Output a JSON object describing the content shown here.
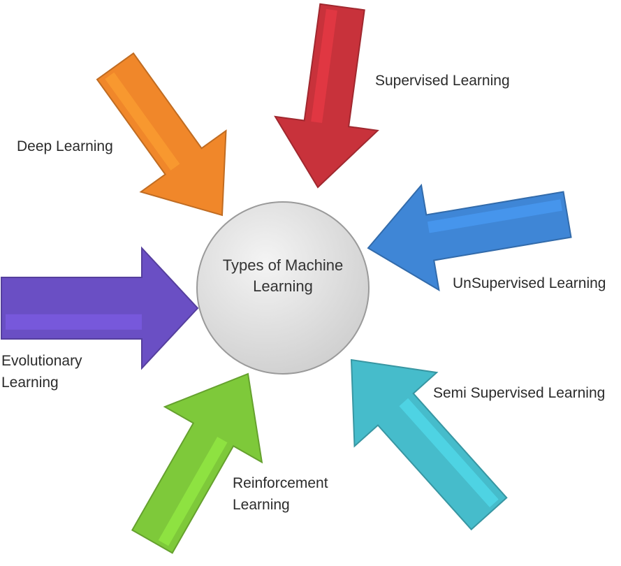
{
  "center": {
    "label_line1": "Types of Machine",
    "label_line2": "Learning",
    "fill": "#e2e2e2",
    "stroke": "#9a9a9a"
  },
  "arrows": [
    {
      "id": "supervised",
      "line1": "Supervised Learning",
      "line2": "",
      "color": "#c8323b",
      "icon": "arrow-down-icon"
    },
    {
      "id": "deep",
      "line1": "Deep Learning",
      "line2": "",
      "color": "#f0872a",
      "icon": "arrow-down-right-icon"
    },
    {
      "id": "unsupervised",
      "line1": "UnSupervised Learning",
      "line2": "",
      "color": "#3f86d6",
      "icon": "arrow-left-icon"
    },
    {
      "id": "evolutionary",
      "line1": "Evolutionary",
      "line2": "Learning",
      "color": "#6a4fc4",
      "icon": "arrow-right-icon"
    },
    {
      "id": "semi",
      "line1": "Semi Supervised Learning",
      "line2": "",
      "color": "#46bccb",
      "icon": "arrow-up-left-icon"
    },
    {
      "id": "reinforcement",
      "line1": "Reinforcement",
      "line2": "Learning",
      "color": "#7ec93a",
      "icon": "arrow-up-right-icon"
    }
  ]
}
